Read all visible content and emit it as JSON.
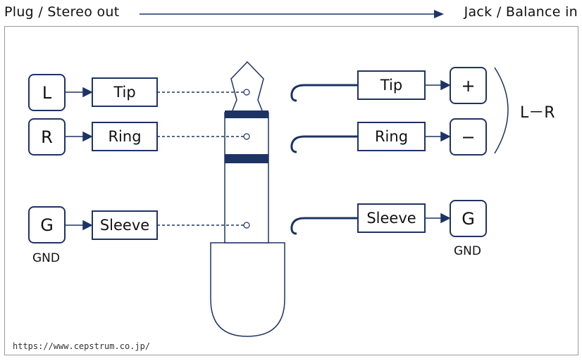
{
  "header": {
    "left": "Plug / Stereo out",
    "right": "Jack / Balance in"
  },
  "plug_side": {
    "letters": [
      "L",
      "R",
      "G"
    ],
    "labels": [
      "Tip",
      "Ring",
      "Sleeve"
    ],
    "gnd": "GND"
  },
  "jack_side": {
    "labels": [
      "Tip",
      "Ring",
      "Sleeve"
    ],
    "symbols": [
      "+",
      "−",
      "G"
    ],
    "gnd": "GND",
    "bracket_label": "L－R"
  },
  "footer": {
    "url": "https://www.cepstrum.co.jp/"
  },
  "colors": {
    "stroke": "#1e3365",
    "band": "#1e3365",
    "frame": "#9a9a9a"
  }
}
